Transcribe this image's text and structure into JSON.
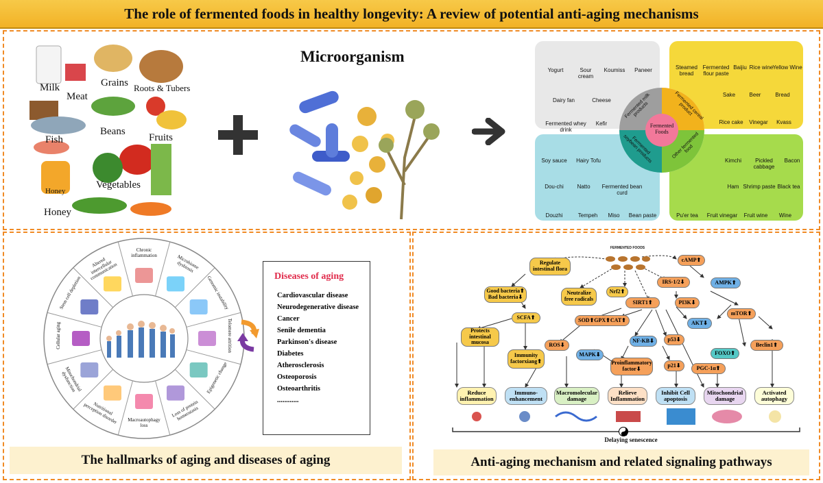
{
  "title": "The role of fermented foods in healthy longevity: A review of potential anti-aging mechanisms",
  "foods": {
    "labels": [
      "Milk",
      "Meat",
      "Grains",
      "Roots & Tubers",
      "Fish",
      "Beans",
      "Fruits",
      "Vegetables",
      "Honey"
    ],
    "jar_label": "Honey"
  },
  "microorganism": "Microorganism",
  "fermented": {
    "center": "Fermented Foods",
    "categories": [
      "Fermented milk products",
      "Fermented cereal product",
      "Fermented soybean products",
      "Other fermented food"
    ],
    "milk_items": [
      "Yogurt",
      "Sour cream",
      "Koumiss",
      "Paneer",
      "Dairy fan",
      "Cheese",
      "Fermented whey drink",
      "Kefir"
    ],
    "cereal_items": [
      "Steamed bread",
      "Fermented flour paste",
      "Baijiu",
      "Rice wine",
      "Yellow Wine",
      "Sake",
      "Beer",
      "Bread",
      "Rice cake",
      "Vinegar",
      "Kvass"
    ],
    "soy_items": [
      "Soy sauce",
      "Hairy Tofu",
      "Dou-chi",
      "Natto",
      "Fermented bean curd",
      "Douzhi",
      "Tempeh",
      "Miso",
      "Bean paste"
    ],
    "other_items": [
      "Kimchi",
      "Pickled cabbage",
      "Bacon",
      "Ham",
      "Shrimp paste",
      "Black tea",
      "Pu'er tea",
      "Fruit vinegar",
      "Fruit wine",
      "Wine"
    ]
  },
  "hallmarks": {
    "segments": [
      "Chronic inflammation",
      "Microbiome dysbiosis",
      "Genomic instability",
      "Telomere attrition",
      "Epigenetic change",
      "Loss of protein homeostasis",
      "Macroautophagy loss",
      "Nutritional perception disorder",
      "Mitochondrial dysfunction",
      "Cellular aging",
      "Stem cell depletion",
      "Altered intercellular communication"
    ]
  },
  "diseases": {
    "heading": "Diseases of aging",
    "items": [
      "Cardiovascular disease",
      "Neurodegenerative disease",
      "Cancer",
      "Senile dementia",
      "Parkinson's disease",
      "Diabetes",
      "Atherosclerosis",
      "Osteoporosis",
      "Osteoarthritis",
      "............"
    ]
  },
  "caption_left": "The hallmarks of aging and diseases of aging",
  "caption_right": "Anti-aging mechanism and related signaling pathways",
  "pathway": {
    "top_label": "FERMENTED FOODS",
    "regulate": "Regulate intestinal flora",
    "camp": "cAMP⬆",
    "good_bad": "Good bacteria⬆ Bad bacteria⬇",
    "neutralize": "Neutralize free radicals",
    "nrf2": "Nrf2⬆",
    "irs": "IRS-1/2⬇",
    "ampk": "AMPK⬆",
    "sirt1": "SIRT1⬆",
    "pi3k": "PI3K⬇",
    "scfa": "SCFA⬆",
    "sod": "SOD⬆GPX⬆CAT⬆",
    "akt": "AKT⬇",
    "mtor": "mTOR⬆",
    "protects": "Protects intestinal mucosa",
    "ros": "ROS⬇",
    "nfkb": "NF-KB⬇",
    "p53": "p53⬇",
    "foxo": "FOXO⬆",
    "beclin": "Beclin1⬆",
    "immunity": "Immunity factorxiang⬆",
    "mapk": "MAPK⬇",
    "proinfl": "Proinflammatory factor⬇",
    "p21": "p21⬇",
    "pgc": "PGC-1α⬆",
    "outcomes": [
      "Reduce inflammation",
      "Immuno-enhancement",
      "Macromolecular damage",
      "Relieve Inflammation",
      "Inhibit Cell apoptosis",
      "Mitochondrial damage",
      "Activated autophagy"
    ],
    "delaying": "Delaying senescence"
  }
}
